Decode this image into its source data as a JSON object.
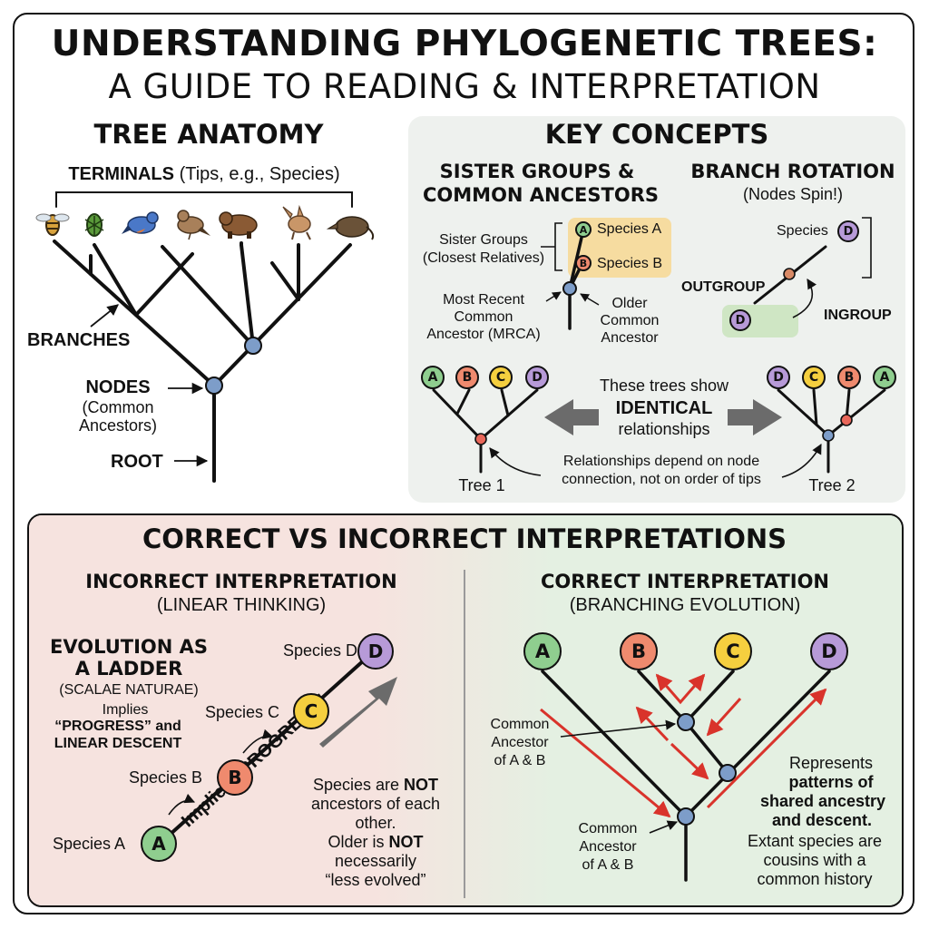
{
  "title": {
    "line1": "UNDERSTANDING PHYLOGENETIC TREES:",
    "line2": "A GUIDE TO READING & INTERPRETATION"
  },
  "anatomy": {
    "heading": "TREE ANATOMY",
    "terminals_bold": "TERMINALS",
    "terminals_note": "(Tips, e.g., Species)",
    "branches": "BRANCHES",
    "nodes": "NODES",
    "nodes_note_1": "(Common",
    "nodes_note_2": "Ancestors)",
    "root": "ROOT",
    "tip_icons": [
      "wasp-icon",
      "beetle-icon",
      "bluebird-icon",
      "sparrow-icon",
      "bear-icon",
      "kangaroo-icon",
      "anteater-icon"
    ]
  },
  "key_concepts": {
    "heading": "KEY CONCEPTS",
    "sister_heading_1": "SISTER GROUPS &",
    "sister_heading_2": "COMMON ANCESTORS",
    "sister_label_1": "Sister Groups",
    "sister_label_2": "(Closest Relatives)",
    "species_a": "Species A",
    "species_b": "Species B",
    "mrca_1": "Most Recent",
    "mrca_2": "Common",
    "mrca_3": "Ancestor (MRCA)",
    "older_1": "Older",
    "older_2": "Common",
    "older_3": "Ancestor",
    "rotation_heading": "BRANCH ROTATION",
    "rotation_note": "(Nodes Spin!)",
    "rotation_species": "Species",
    "outgroup": "OUTGROUP",
    "ingroup": "INGROUP",
    "identical_1": "These trees show",
    "identical_2": "IDENTICAL",
    "identical_3": "relationships",
    "relationships_1": "Relationships depend on node",
    "relationships_2": "connection, not on order of tips",
    "tree1": "Tree 1",
    "tree2": "Tree 2",
    "tree1_tips": [
      "A",
      "B",
      "C",
      "D"
    ],
    "tree2_tips": [
      "D",
      "C",
      "B",
      "A"
    ]
  },
  "comparison": {
    "heading": "CORRECT VS INCORRECT INTERPRETATIONS",
    "incorrect_heading": "INCORRECT INTERPRETATION",
    "incorrect_sub": "(LINEAR THINKING)",
    "ladder_1": "EVOLUTION AS",
    "ladder_2": "A LADDER",
    "ladder_3": "(SCALAE NATURAE)",
    "implies_1": "Implies",
    "implies_2": "“PROGRESS” and",
    "implies_3": "LINEAR DESCENT",
    "ladder_species": [
      {
        "label": "Species A",
        "letter": "A"
      },
      {
        "label": "Species B",
        "letter": "B"
      },
      {
        "label": "Species C",
        "letter": "C"
      },
      {
        "label": "Species D",
        "letter": "D"
      }
    ],
    "progress_label": "Implies “PROGRESS”",
    "not_ancestors_1": "Species are",
    "not_ancestors_bold": "NOT",
    "not_ancestors_2": "ancestors of each",
    "not_ancestors_3": "other.",
    "older_not_1": "Older is",
    "older_not_bold": "NOT",
    "older_not_2": "necessarily",
    "older_not_3": "“less evolved”",
    "correct_heading": "CORRECT INTERPRETATION",
    "correct_sub": "(BRANCHING EVOLUTION)",
    "correct_tips": [
      "A",
      "B",
      "C",
      "D"
    ],
    "ca_upper_1": "Common",
    "ca_upper_2": "Ancestor",
    "ca_upper_3": "of A & B",
    "ca_lower_1": "Common",
    "ca_lower_2": "Ancestor",
    "ca_lower_3": "of A & B",
    "represents_1": "Represents",
    "represents_2": "patterns of",
    "represents_3": "shared ancestry",
    "represents_4": "and descent.",
    "extant_1": "Extant species are",
    "extant_2": "cousins with a",
    "extant_3": "common history"
  },
  "colors": {
    "species_a": "#8fce8f",
    "species_b": "#ef8a6e",
    "species_c": "#f5cf3f",
    "species_d": "#b79ad8",
    "node": "#7d9dc9",
    "red_arrow": "#d9332b",
    "incorrect_bg": "#f6e3df",
    "correct_bg": "#e4f0e2",
    "key_bg": "#eef1ee"
  }
}
